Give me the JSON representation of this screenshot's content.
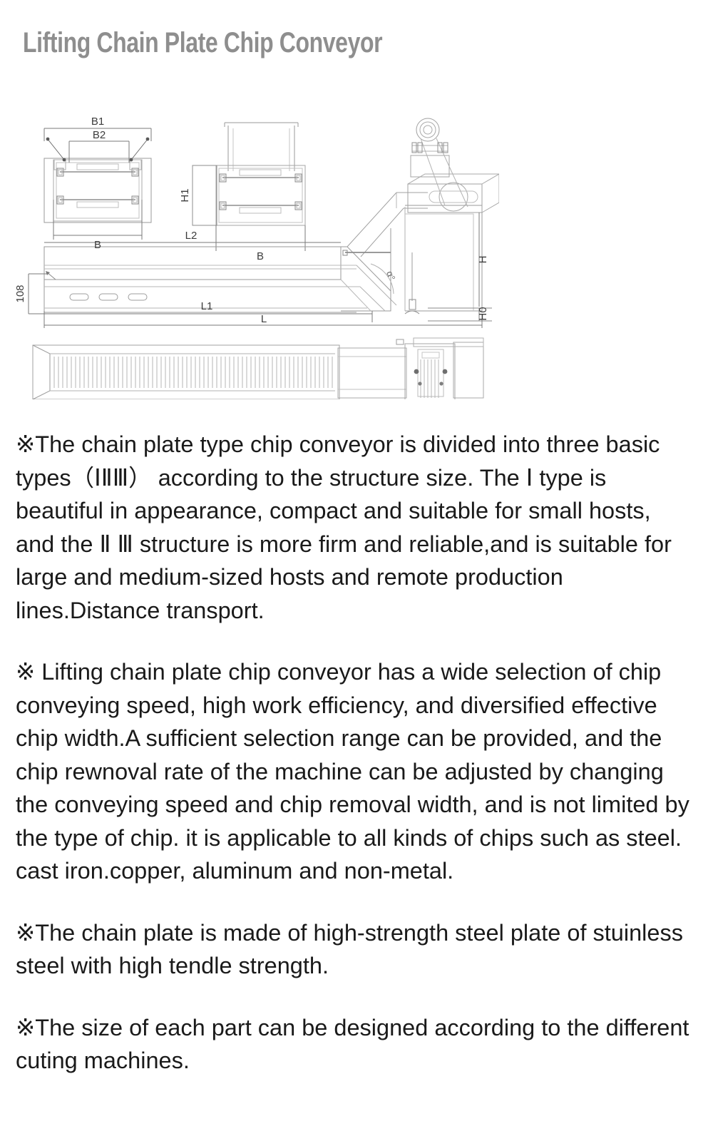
{
  "page": {
    "title": "Lifting Chain Plate Chip Conveyor",
    "title_color": "#8e8e8e",
    "background_color": "#ffffff",
    "text_color": "#1a1a1a"
  },
  "diagram": {
    "name": "chain-plate-chip-conveyor-technical-drawing",
    "line_color": "#9a9a9a",
    "label_color": "#4a4a4a",
    "views": [
      {
        "name": "front-cross-section-view-type-1",
        "labels": [
          "B1",
          "B2",
          "B"
        ]
      },
      {
        "name": "front-cross-section-view-type-2",
        "labels": [
          "H1",
          "B"
        ]
      },
      {
        "name": "side-elevation-view",
        "labels": [
          "L2",
          "L1",
          "L",
          "108",
          "H",
          "H0",
          "α°"
        ]
      },
      {
        "name": "top-plan-view",
        "labels": []
      }
    ],
    "dimension_labels": {
      "b1": "B1",
      "b2": "B2",
      "b": "B",
      "h1": "H1",
      "h": "H",
      "h0": "H0",
      "l": "L",
      "l1": "L1",
      "l2": "L2",
      "height_108": "108",
      "angle": "α°"
    }
  },
  "body": {
    "paragraphs": [
      "※The chain plate type chip conveyor is divided into three basic types（ⅠⅡⅢ） according to the structure size. The Ⅰ type is beautiful in appearance, compact and suitable for small hosts, and the Ⅱ Ⅲ structure is more firm and reliable,and is suitable for large and medium‑sized hosts and remote production lines.Distance transport.",
      "※ Lifting chain plate chip conveyor has a wide selection of chip conveying speed, high work efficiency, and diversified effective chip width.A sufficient selection range can be provided, and the chip rewnoval rate of the machine can be adjusted by changing the conveying speed and chip removal width, and is not limited by the type of chip. it is applicable to all kinds of chips such as steel. cast iron.copper, aluminum and non-metal.",
      "※The chain plate is made of high‑strength steel plate of stuinless steel with high tendle strength.",
      "※The size of each part can be designed according to the different cuting machines."
    ]
  }
}
